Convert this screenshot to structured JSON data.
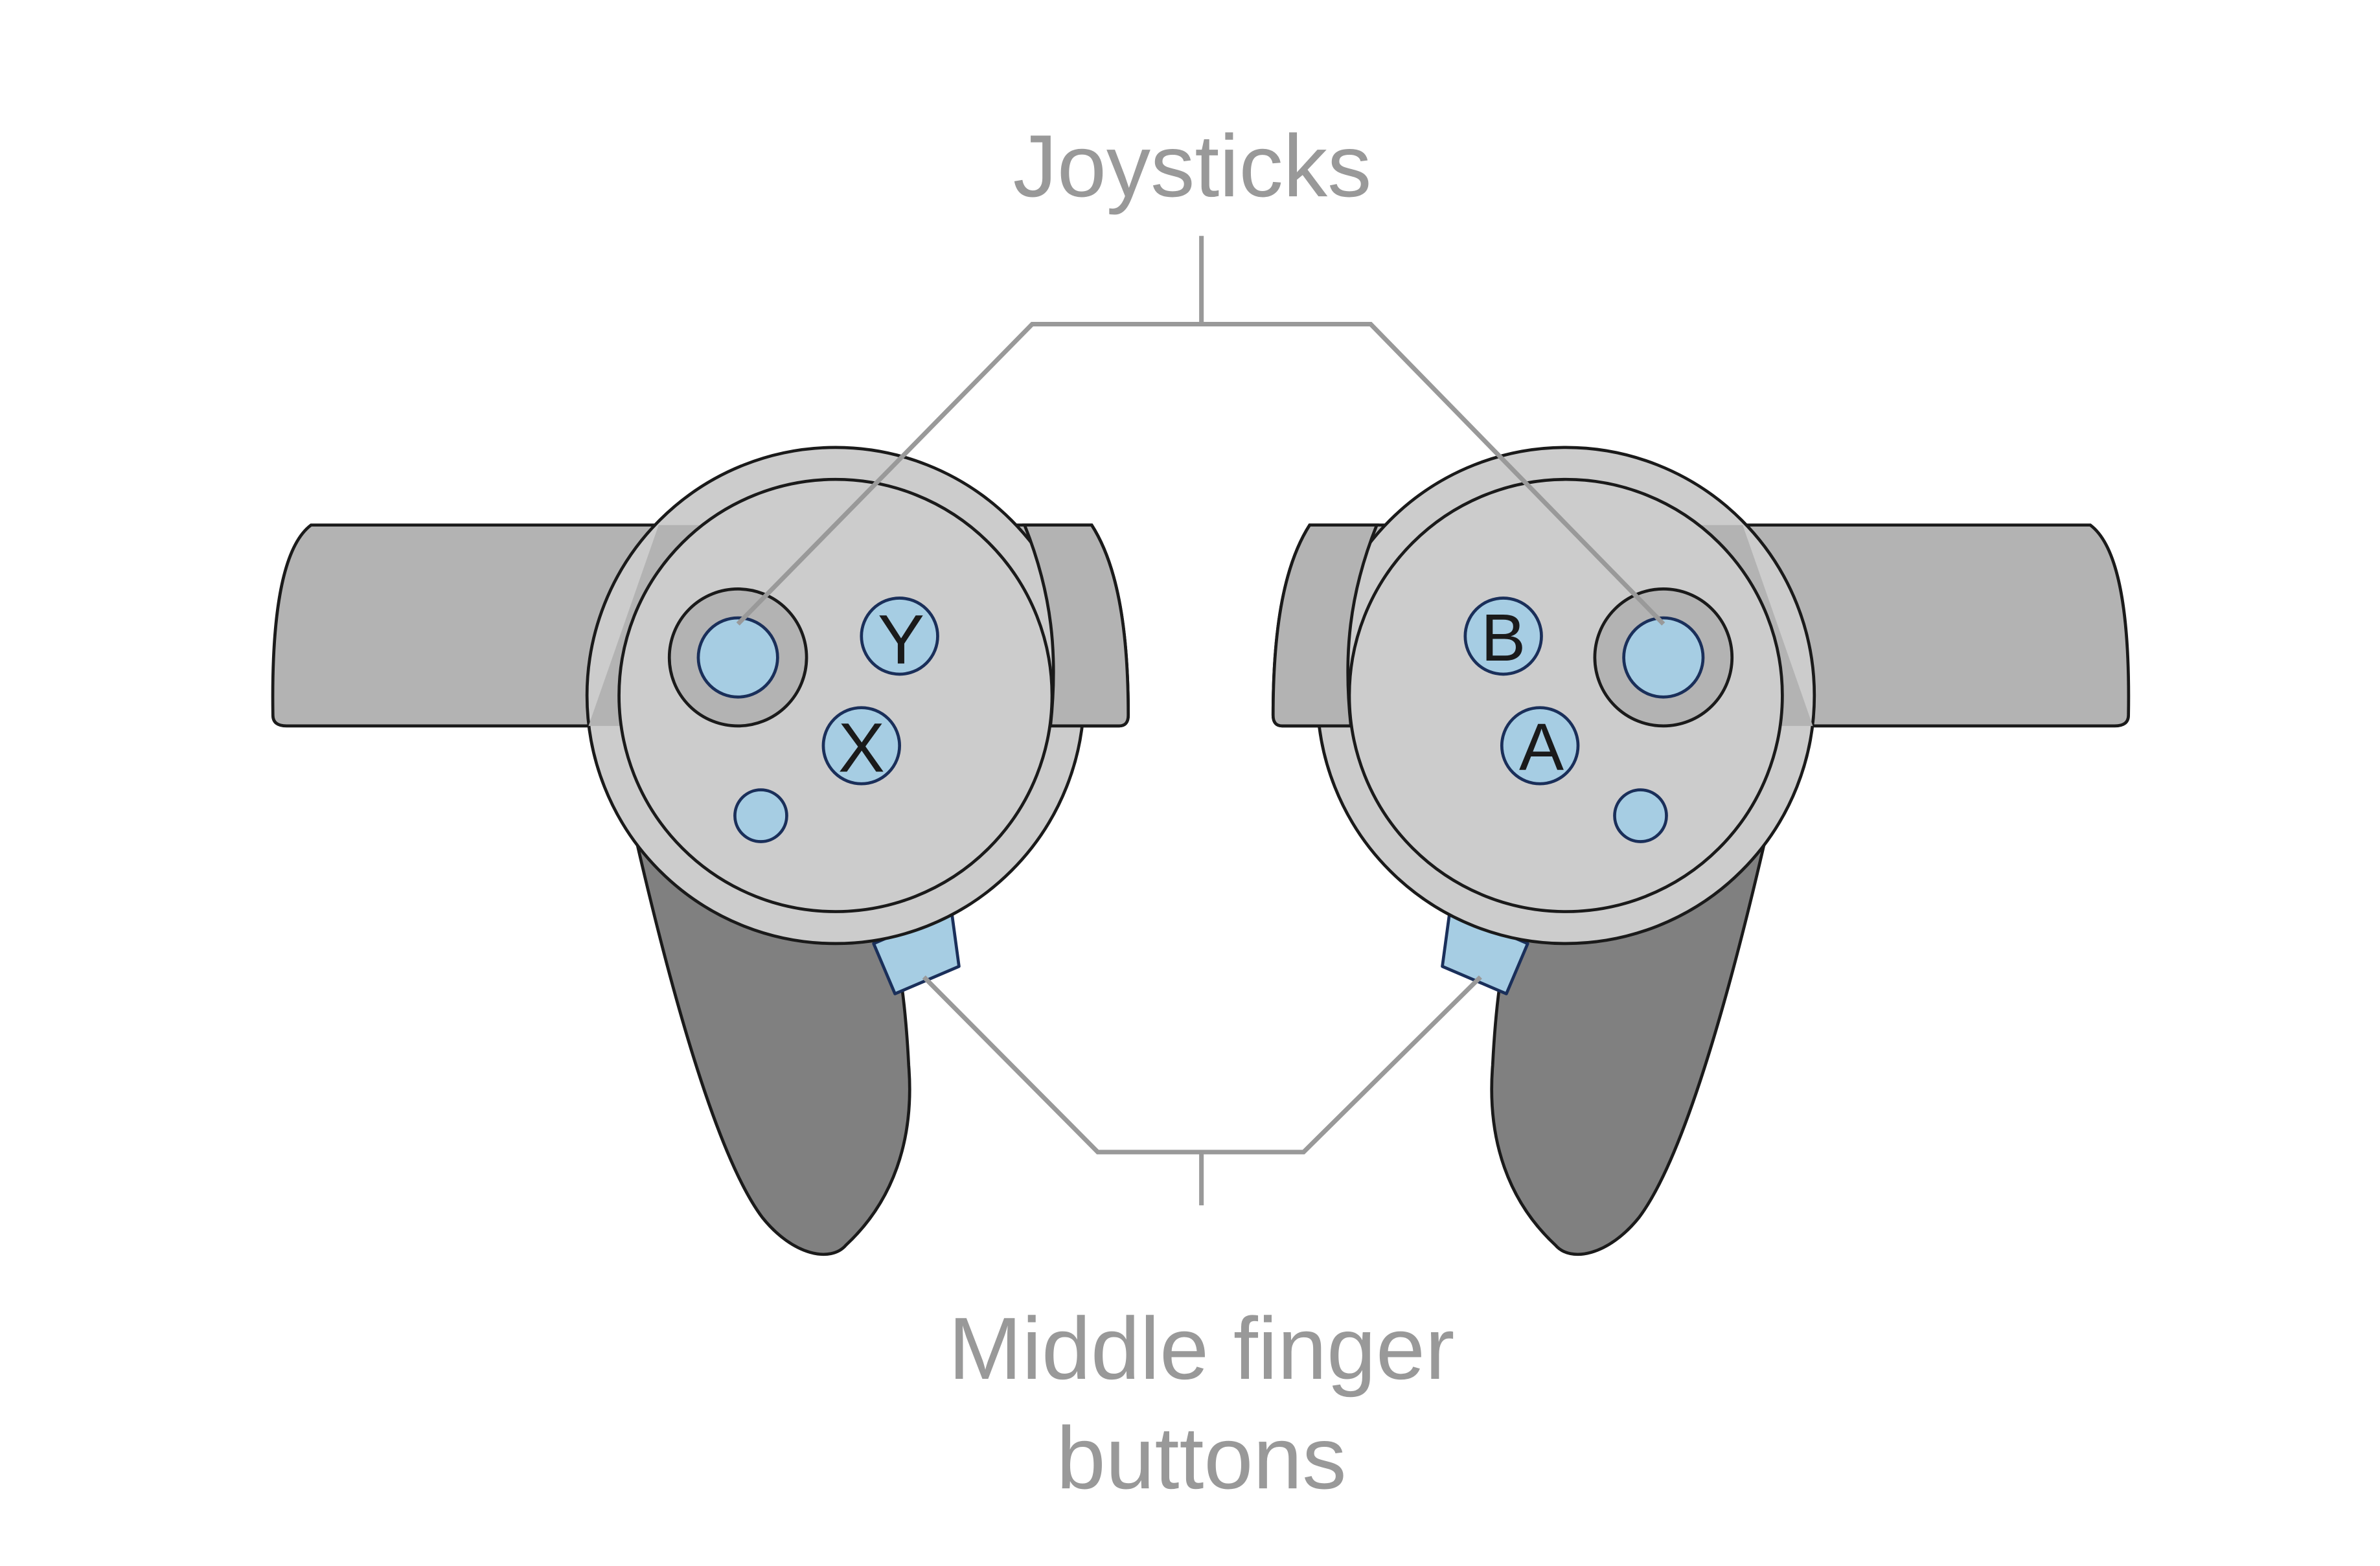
{
  "labels": {
    "joysticks": "Joysticks",
    "middle_finger_line1": "Middle finger",
    "middle_finger_line2": "buttons"
  },
  "left_controller": {
    "buttons": {
      "top": "Y",
      "bottom": "X"
    }
  },
  "right_controller": {
    "buttons": {
      "top": "B",
      "bottom": "A"
    }
  },
  "colors": {
    "label_gray": "#999999",
    "button_blue": "#a6cde3",
    "outline": "#1a1a1a",
    "face": "#cccccc",
    "ring": "#b3b3b3",
    "grip": "#808080"
  }
}
